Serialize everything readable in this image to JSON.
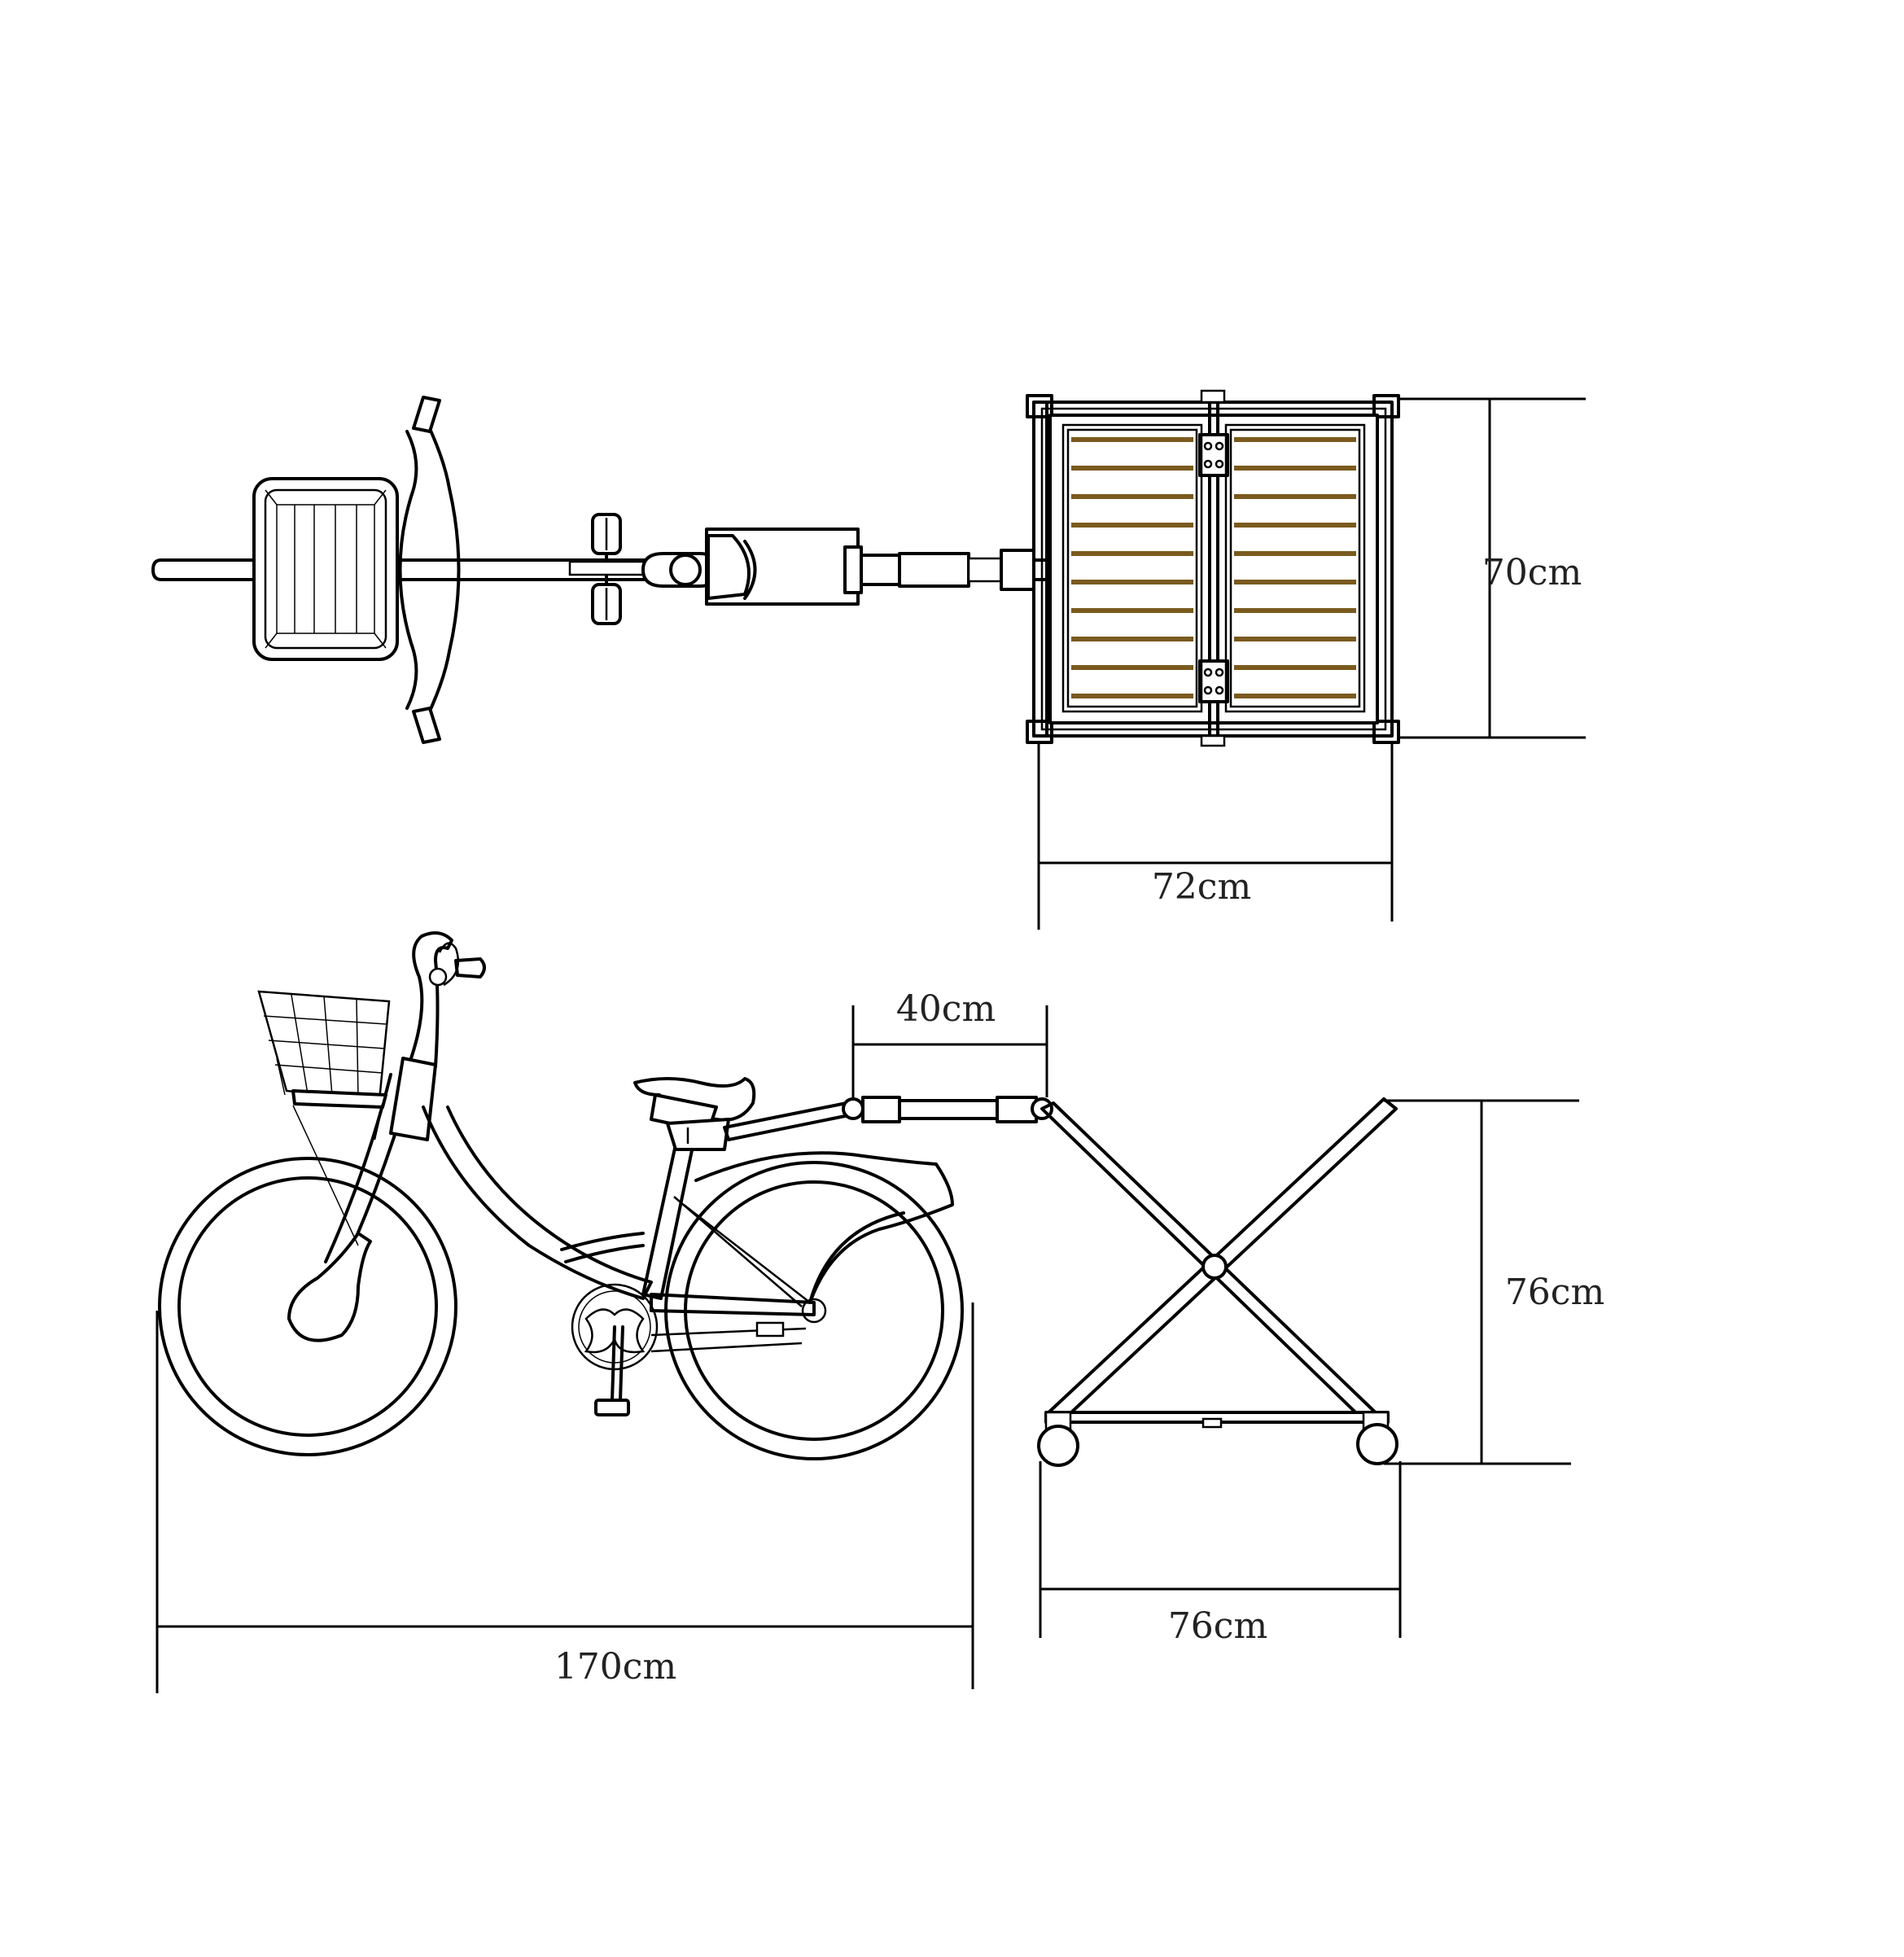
{
  "dimensions": {
    "trailer_depth": "70cm",
    "trailer_width": "72cm",
    "hitch_length": "40cm",
    "cart_height": "76cm",
    "cart_base_width": "76cm",
    "bike_length": "170cm"
  },
  "colors": {
    "line": "#000000",
    "slat": "#7a5a1e",
    "background": "#ffffff"
  }
}
